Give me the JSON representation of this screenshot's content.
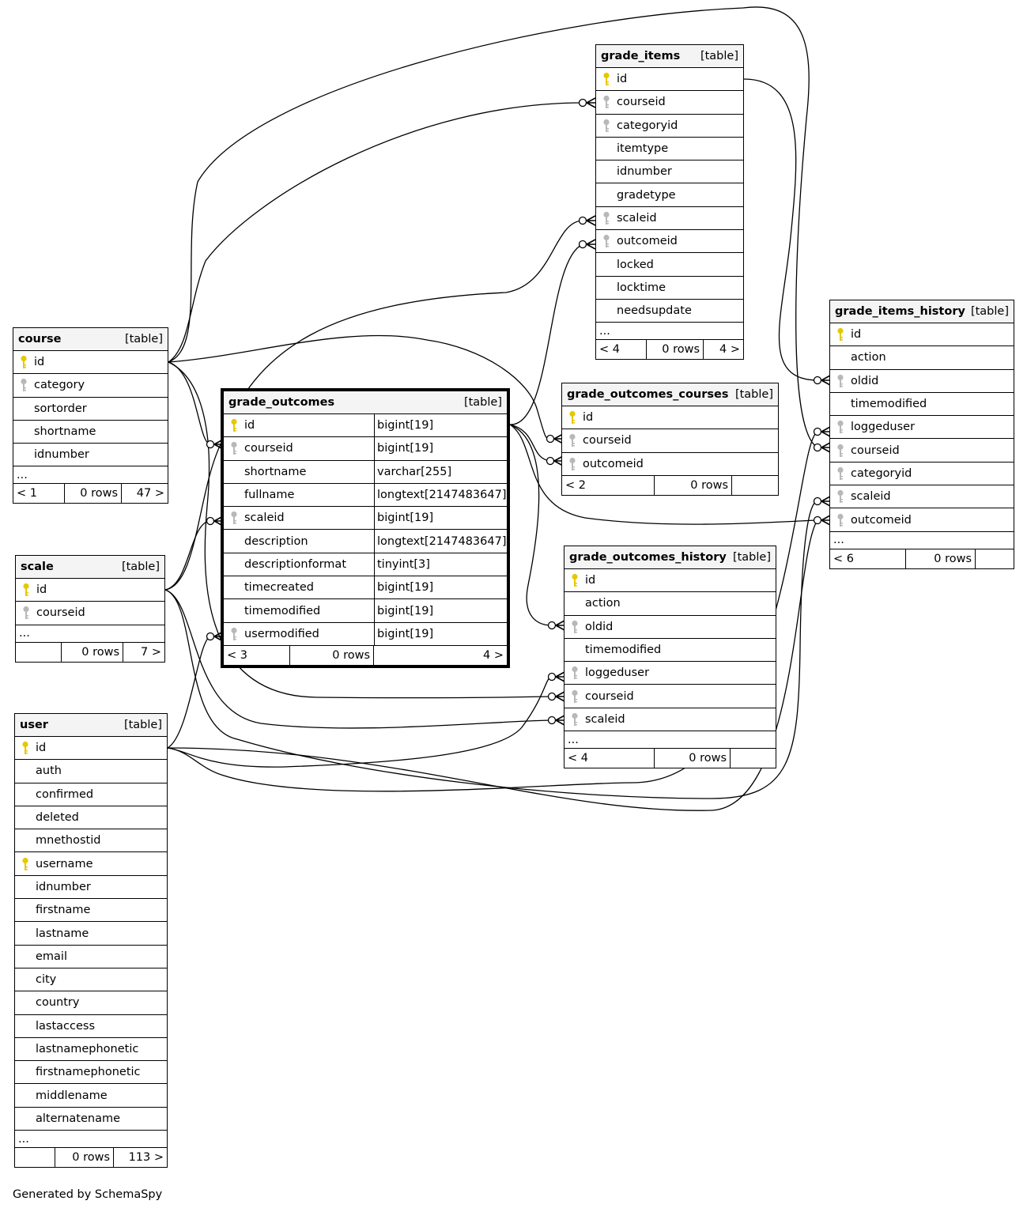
{
  "tag": "[table]",
  "tables": {
    "course": {
      "name": "course",
      "columns": [
        {
          "name": "id",
          "key": "pk"
        },
        {
          "name": "category",
          "key": "fk"
        },
        {
          "name": "sortorder",
          "key": ""
        },
        {
          "name": "shortname",
          "key": ""
        },
        {
          "name": "idnumber",
          "key": ""
        }
      ],
      "more": "...",
      "footer": [
        "< 1",
        "0 rows",
        "47 >"
      ]
    },
    "scale": {
      "name": "scale",
      "columns": [
        {
          "name": "id",
          "key": "pk"
        },
        {
          "name": "courseid",
          "key": "fk"
        }
      ],
      "more": "...",
      "footer": [
        "",
        "0 rows",
        "7 >"
      ]
    },
    "user": {
      "name": "user",
      "columns": [
        {
          "name": "id",
          "key": "pk"
        },
        {
          "name": "auth",
          "key": ""
        },
        {
          "name": "confirmed",
          "key": ""
        },
        {
          "name": "deleted",
          "key": ""
        },
        {
          "name": "mnethostid",
          "key": ""
        },
        {
          "name": "username",
          "key": "pk"
        },
        {
          "name": "idnumber",
          "key": ""
        },
        {
          "name": "firstname",
          "key": ""
        },
        {
          "name": "lastname",
          "key": ""
        },
        {
          "name": "email",
          "key": ""
        },
        {
          "name": "city",
          "key": ""
        },
        {
          "name": "country",
          "key": ""
        },
        {
          "name": "lastaccess",
          "key": ""
        },
        {
          "name": "lastnamephonetic",
          "key": ""
        },
        {
          "name": "firstnamephonetic",
          "key": ""
        },
        {
          "name": "middlename",
          "key": ""
        },
        {
          "name": "alternatename",
          "key": ""
        }
      ],
      "more": "...",
      "footer": [
        "",
        "0 rows",
        "113 >"
      ]
    },
    "grade_outcomes": {
      "name": "grade_outcomes",
      "columns": [
        {
          "name": "id",
          "key": "pk",
          "type": "bigint[19]"
        },
        {
          "name": "courseid",
          "key": "fk",
          "type": "bigint[19]"
        },
        {
          "name": "shortname",
          "key": "",
          "type": "varchar[255]"
        },
        {
          "name": "fullname",
          "key": "",
          "type": "longtext[2147483647]"
        },
        {
          "name": "scaleid",
          "key": "fk",
          "type": "bigint[19]"
        },
        {
          "name": "description",
          "key": "",
          "type": "longtext[2147483647]"
        },
        {
          "name": "descriptionformat",
          "key": "",
          "type": "tinyint[3]"
        },
        {
          "name": "timecreated",
          "key": "",
          "type": "bigint[19]"
        },
        {
          "name": "timemodified",
          "key": "",
          "type": "bigint[19]"
        },
        {
          "name": "usermodified",
          "key": "fk",
          "type": "bigint[19]"
        }
      ],
      "footer": [
        "< 3",
        "0 rows",
        "4 >"
      ]
    },
    "grade_items": {
      "name": "grade_items",
      "columns": [
        {
          "name": "id",
          "key": "pk"
        },
        {
          "name": "courseid",
          "key": "fk"
        },
        {
          "name": "categoryid",
          "key": "fk"
        },
        {
          "name": "itemtype",
          "key": ""
        },
        {
          "name": "idnumber",
          "key": ""
        },
        {
          "name": "gradetype",
          "key": ""
        },
        {
          "name": "scaleid",
          "key": "fk"
        },
        {
          "name": "outcomeid",
          "key": "fk"
        },
        {
          "name": "locked",
          "key": ""
        },
        {
          "name": "locktime",
          "key": ""
        },
        {
          "name": "needsupdate",
          "key": ""
        }
      ],
      "more": "...",
      "footer": [
        "< 4",
        "0 rows",
        "4 >"
      ]
    },
    "grade_outcomes_courses": {
      "name": "grade_outcomes_courses",
      "columns": [
        {
          "name": "id",
          "key": "pk"
        },
        {
          "name": "courseid",
          "key": "fk"
        },
        {
          "name": "outcomeid",
          "key": "fk"
        }
      ],
      "footer": [
        "< 2",
        "0 rows",
        ""
      ]
    },
    "grade_outcomes_history": {
      "name": "grade_outcomes_history",
      "columns": [
        {
          "name": "id",
          "key": "pk"
        },
        {
          "name": "action",
          "key": ""
        },
        {
          "name": "oldid",
          "key": "fk"
        },
        {
          "name": "timemodified",
          "key": ""
        },
        {
          "name": "loggeduser",
          "key": "fk"
        },
        {
          "name": "courseid",
          "key": "fk"
        },
        {
          "name": "scaleid",
          "key": "fk"
        }
      ],
      "more": "...",
      "footer": [
        "< 4",
        "0 rows",
        ""
      ]
    },
    "grade_items_history": {
      "name": "grade_items_history",
      "columns": [
        {
          "name": "id",
          "key": "pk"
        },
        {
          "name": "action",
          "key": ""
        },
        {
          "name": "oldid",
          "key": "fk"
        },
        {
          "name": "timemodified",
          "key": ""
        },
        {
          "name": "loggeduser",
          "key": "fk"
        },
        {
          "name": "courseid",
          "key": "fk"
        },
        {
          "name": "categoryid",
          "key": "fk"
        },
        {
          "name": "scaleid",
          "key": "fk"
        },
        {
          "name": "outcomeid",
          "key": "fk"
        }
      ],
      "more": "...",
      "footer": [
        "< 6",
        "0 rows",
        ""
      ]
    }
  },
  "generated_by": "Generated by SchemaSpy"
}
